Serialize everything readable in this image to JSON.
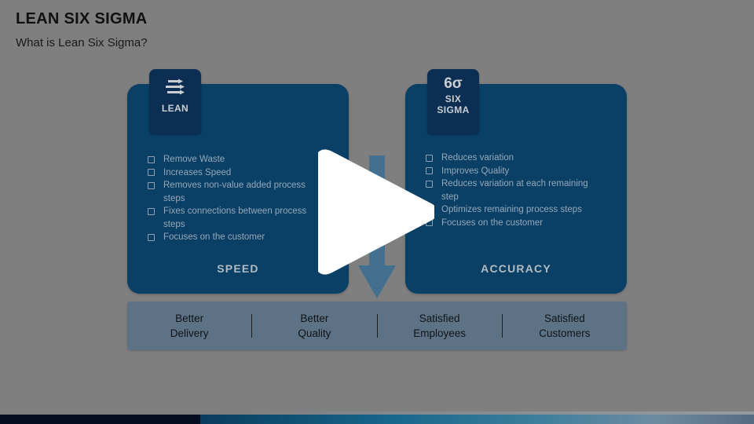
{
  "header": {
    "title": "LEAN SIX SIGMA",
    "subtitle": "What is Lean Six Sigma?"
  },
  "colors": {
    "background": "#7f7f7f",
    "card": "#0a4066",
    "tab": "#0c2e52",
    "bullet_text": "#96a8b8",
    "footer_label": "#b3bbc2",
    "outcomes_bar": "#5e7285",
    "arrow": "#44708f",
    "play_button": "#ffffff",
    "progress_played": "#050d22"
  },
  "diagram": {
    "left_card": {
      "tab_icon": "flow-arrows-icon",
      "tab_label": "LEAN",
      "footer_label": "SPEED",
      "bullets": [
        "Remove Waste",
        "Increases Speed",
        "Removes non-value added process steps",
        "Fixes connections between process steps",
        "Focuses on the customer"
      ]
    },
    "right_card": {
      "tab_mark": "6σ",
      "tab_label_line1": "SIX",
      "tab_label_line2": "SIGMA",
      "footer_label": "ACCURACY",
      "bullets": [
        "Reduces variation",
        "Improves Quality",
        "Reduces variation at each remaining step",
        "Optimizes remaining process steps",
        "Focuses on the customer"
      ]
    },
    "arrow": "down-arrow-icon",
    "outcomes": [
      {
        "line1": "Better",
        "line2": "Delivery"
      },
      {
        "line1": "Better",
        "line2": "Quality"
      },
      {
        "line1": "Satisfied",
        "line2": "Employees"
      },
      {
        "line1": "Satisfied",
        "line2": "Customers"
      }
    ]
  },
  "player": {
    "play_icon": "play-triangle-icon",
    "progress_icon": "progress-bar"
  }
}
